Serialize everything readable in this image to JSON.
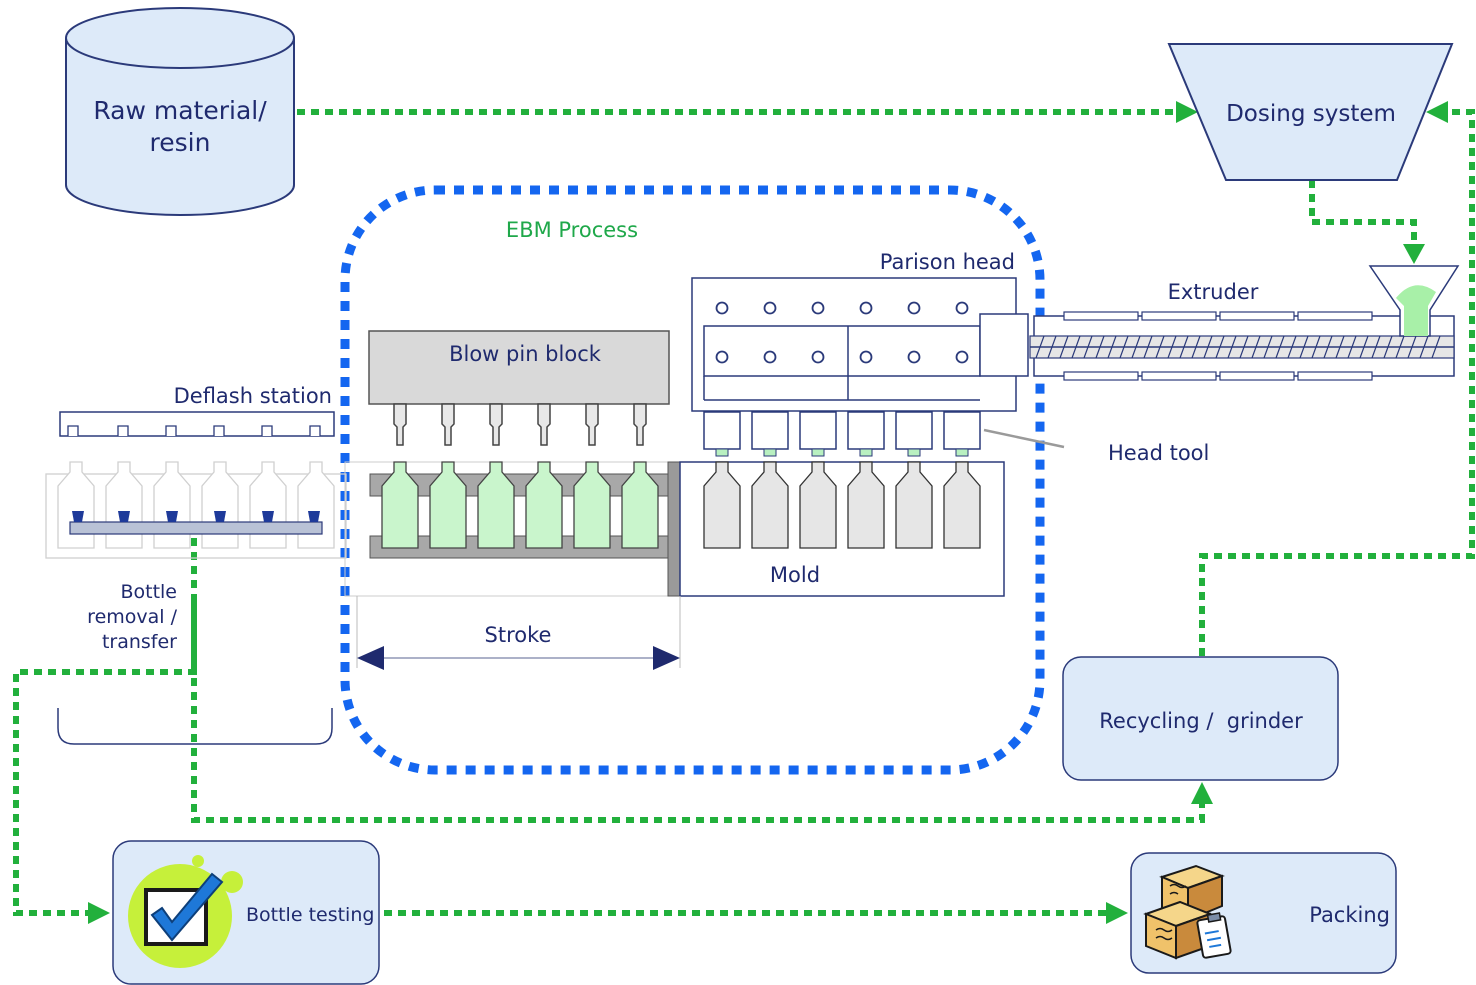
{
  "labels": {
    "raw_material_line1": "Raw material/",
    "raw_material_line2": "resin",
    "dosing_system": "Dosing system",
    "ebm_process": "EBM Process",
    "parison_head": "Parison head",
    "extruder": "Extruder",
    "blow_pin_block": "Blow pin block",
    "deflash_station": "Deflash station",
    "head_tool": "Head tool",
    "mold": "Mold",
    "stroke": "Stroke",
    "bottle_removal_line1": "Bottle",
    "bottle_removal_line2": "removal /",
    "bottle_removal_line3": "transfer",
    "recycling_grinder": "Recycling /  grinder",
    "bottle_testing": "Bottle testing",
    "packing": "Packing"
  },
  "colors": {
    "flow_line": "#22b03c",
    "process_boundary": "#1466f0",
    "box_fill": "#ddeaf9",
    "box_stroke": "#2b3a7a",
    "text": "#1f2a6e",
    "bottle_fill": "#c9f5cc",
    "machine_grey": "#d9d9d9",
    "highlight_green": "#c6f03a",
    "check_blue": "#1e78d8"
  },
  "icons": {
    "testing": "checkmark-badge-icon",
    "packing": "boxes-clipboard-icon"
  }
}
